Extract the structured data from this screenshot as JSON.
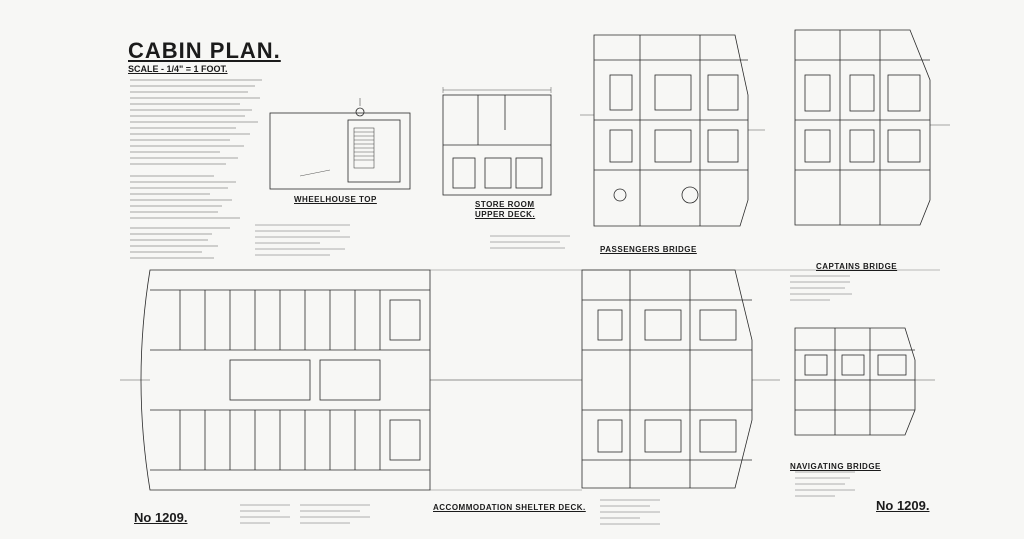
{
  "title": "CABIN PLAN.",
  "scale": "SCALE - 1/4\" = 1 FOOT.",
  "drawing_number": "No 1209.",
  "views": {
    "wheelhouse_top": "WHEELHOUSE  TOP",
    "store_room": "STORE ROOM",
    "upper_deck": "UPPER DECK.",
    "passengers_bridge": "PASSENGERS  BRIDGE",
    "captains_bridge": "CAPTAINS  BRIDGE",
    "navigating_bridge": "NAVIGATING  BRIDGE",
    "accommodation_shelter_deck": "ACCOMMODATION  SHELTER  DECK."
  },
  "colors": {
    "paper": "#f7f7f5",
    "ink": "#1b1b1b"
  }
}
